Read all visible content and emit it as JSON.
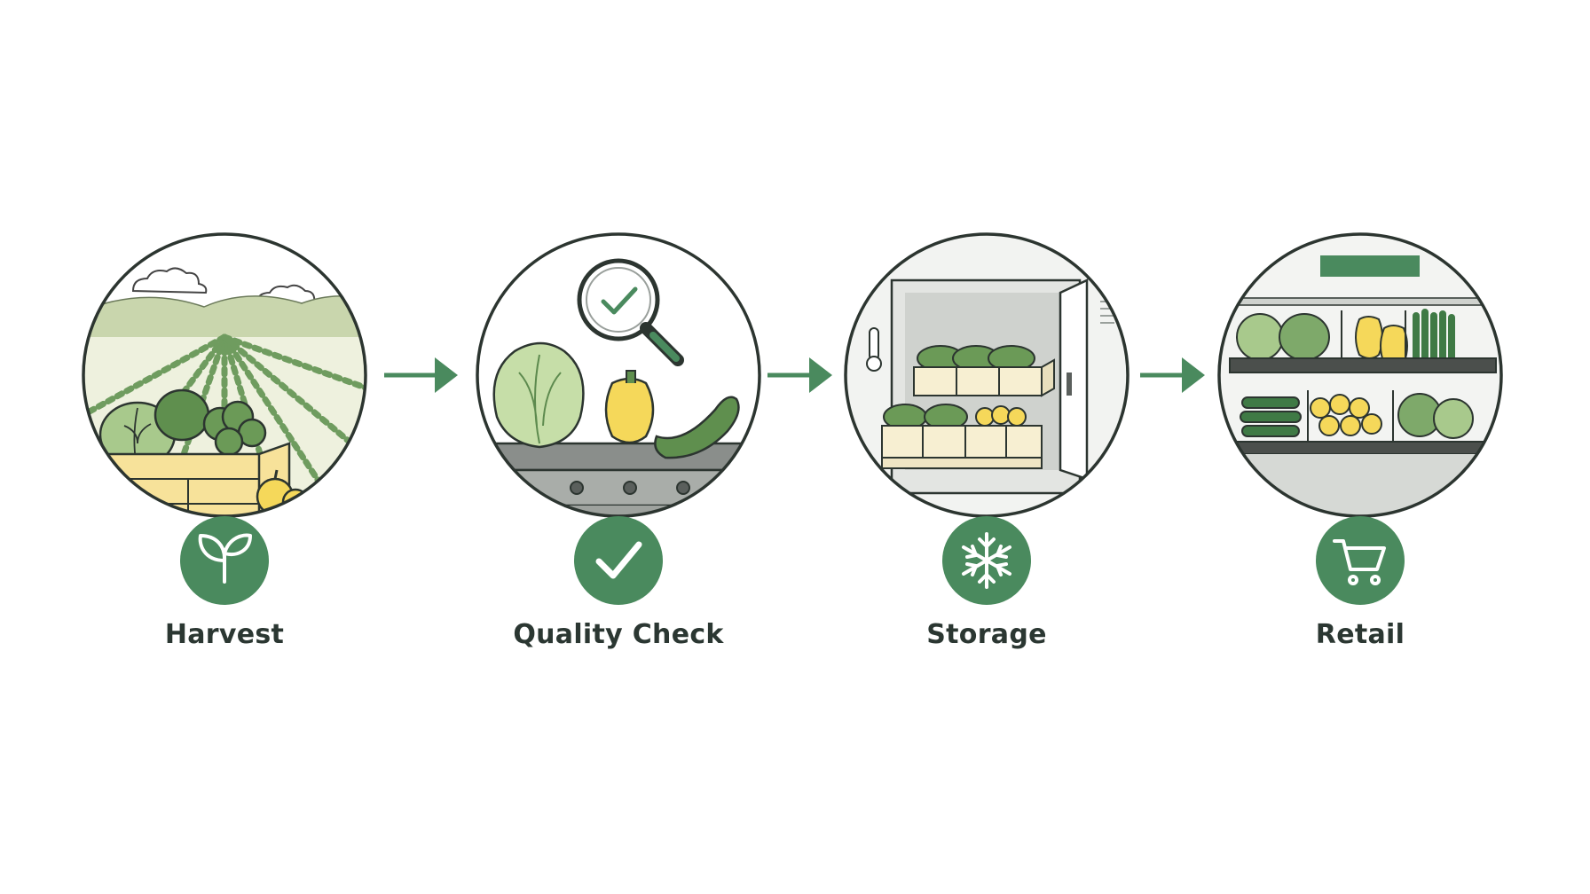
{
  "colors": {
    "primary_green": "#4a8a5e",
    "outline": "#2c3530",
    "produce_yellow": "#f5d85a",
    "crate": "#f7e29a"
  },
  "steps": [
    {
      "label": "Harvest",
      "badge_icon": "sprout-icon",
      "scene": "field-with-crate"
    },
    {
      "label": "Quality Check",
      "badge_icon": "check-icon",
      "scene": "conveyor-inspection"
    },
    {
      "label": "Storage",
      "badge_icon": "snowflake-icon",
      "scene": "cold-storage-room"
    },
    {
      "label": "Retail",
      "badge_icon": "cart-icon",
      "scene": "produce-shelves"
    }
  ],
  "connectors": [
    "arrow-right-icon",
    "arrow-right-icon",
    "arrow-right-icon"
  ]
}
